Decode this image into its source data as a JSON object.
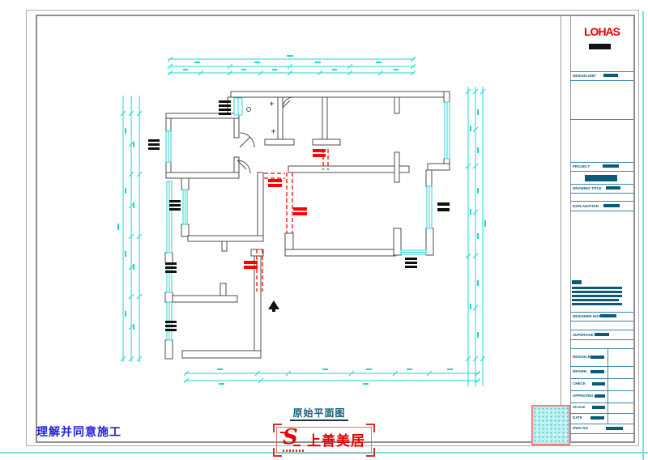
{
  "title_block": {
    "brand": "LOHAS",
    "design_unit_label": "DESIGN UNIT",
    "project_label": "PROJECT",
    "drawing_title_label": "DRAWING TITLE",
    "explanation_label": "EXPLANATION",
    "designer_host_label": "DESIGNER HOST",
    "supervise_label": "SUPERVISE",
    "design_by_label": "DESIGN BY",
    "drawn_label": "DRAWN",
    "check_label": "CHECK",
    "approved_label": "APPROVED",
    "scale_label": "SCALE",
    "date_label": "DATE",
    "dwg_no_label": "DWG NO"
  },
  "plan": {
    "drawing_label": "原始平面图"
  },
  "footer": {
    "approval_note": "理解并同意施工",
    "brand_mark": "S",
    "brand_cn": "上善美居"
  },
  "colors": {
    "wall": "#4d4d4d",
    "window": "#29d6d6",
    "dimension": "#1fd6d6",
    "demolition_red": "#ff0000",
    "brand_red": "#e80000",
    "titleblock_line": "#3f85ad",
    "titleblock_text": "#0b5a76",
    "note_blue": "#2121d8",
    "label_teal": "#19607a"
  }
}
